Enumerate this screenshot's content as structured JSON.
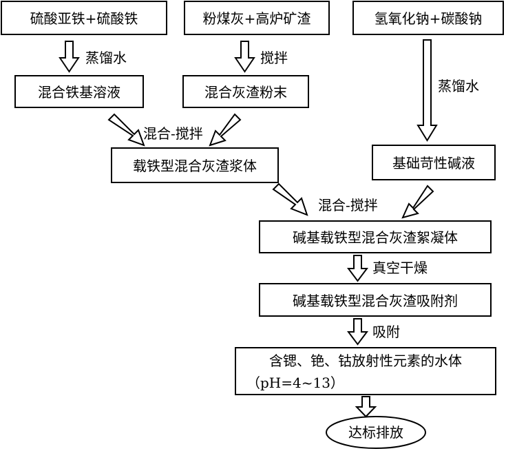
{
  "nodes": {
    "ferrous_ferric_sulfate": "硫酸亚铁+硫酸铁",
    "flyash_slag": "粉煤灰+高炉矿渣",
    "naoh_na2co3": "氢氧化钠+碳酸钠",
    "mixed_iron_solution": "混合铁基溶液",
    "mixed_ash_powder": "混合灰渣粉末",
    "basic_alkali": "基础苛性碱液",
    "iron_ash_slurry": "载铁型混合灰渣浆体",
    "alkali_floc": "碱基载铁型混合灰渣絮凝体",
    "adsorbent": "碱基载铁型混合灰渣吸附剂",
    "water_body_line1": "含锶、铯、钴放射性元素的水体",
    "water_body_line2": "（pH=4~13）",
    "discharge": "达标排放"
  },
  "edge_labels": {
    "distilled_water_left": "蒸馏水",
    "stir": "搅拌",
    "distilled_water_right": "蒸馏水",
    "mix_stir_1": "混合-搅拌",
    "mix_stir_2": "混合-搅拌",
    "vacuum_dry": "真空干燥",
    "adsorb": "吸附"
  }
}
